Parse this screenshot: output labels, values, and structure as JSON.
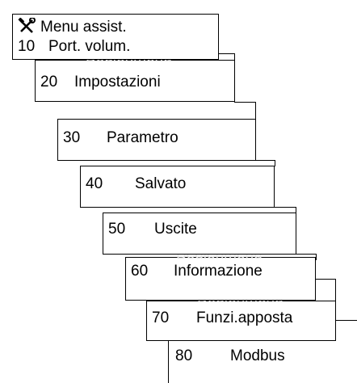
{
  "menu": {
    "title": "Menu assist.",
    "title_icon": "tools-icon",
    "items": [
      {
        "number": "10",
        "label": "Port. volum."
      },
      {
        "number": "20",
        "label": "Impostazioni"
      },
      {
        "number": "30",
        "label": "Parametro"
      },
      {
        "number": "40",
        "label": "Salvato"
      },
      {
        "number": "50",
        "label": "Uscite"
      },
      {
        "number": "60",
        "label": "Informazione"
      },
      {
        "number": "70",
        "label": "Funzi.apposta"
      },
      {
        "number": "80",
        "label": "Modbus"
      }
    ]
  }
}
